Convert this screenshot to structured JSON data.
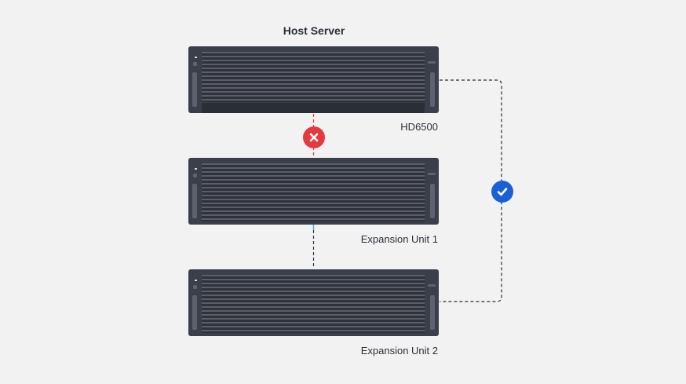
{
  "title": "Host Server",
  "units": [
    {
      "label": "HD6500"
    },
    {
      "label": "Expansion Unit 1"
    },
    {
      "label": "Expansion Unit 2"
    }
  ],
  "connections": [
    {
      "from": "HD6500",
      "to": "Expansion Unit 1",
      "status": "failed",
      "icon": "x-icon"
    },
    {
      "from": "HD6500",
      "to": "Expansion Unit 2",
      "status": "ok",
      "icon": "check-icon"
    },
    {
      "from": "Expansion Unit 1",
      "to": "Expansion Unit 2",
      "status": "linked"
    }
  ],
  "colors": {
    "background": "#f2f2f2",
    "chassis": "#3b3f4a",
    "error": "#e5383f",
    "success": "#1a5fd8",
    "line": "#2c3039",
    "accent_cyan": "#36b3e0"
  }
}
